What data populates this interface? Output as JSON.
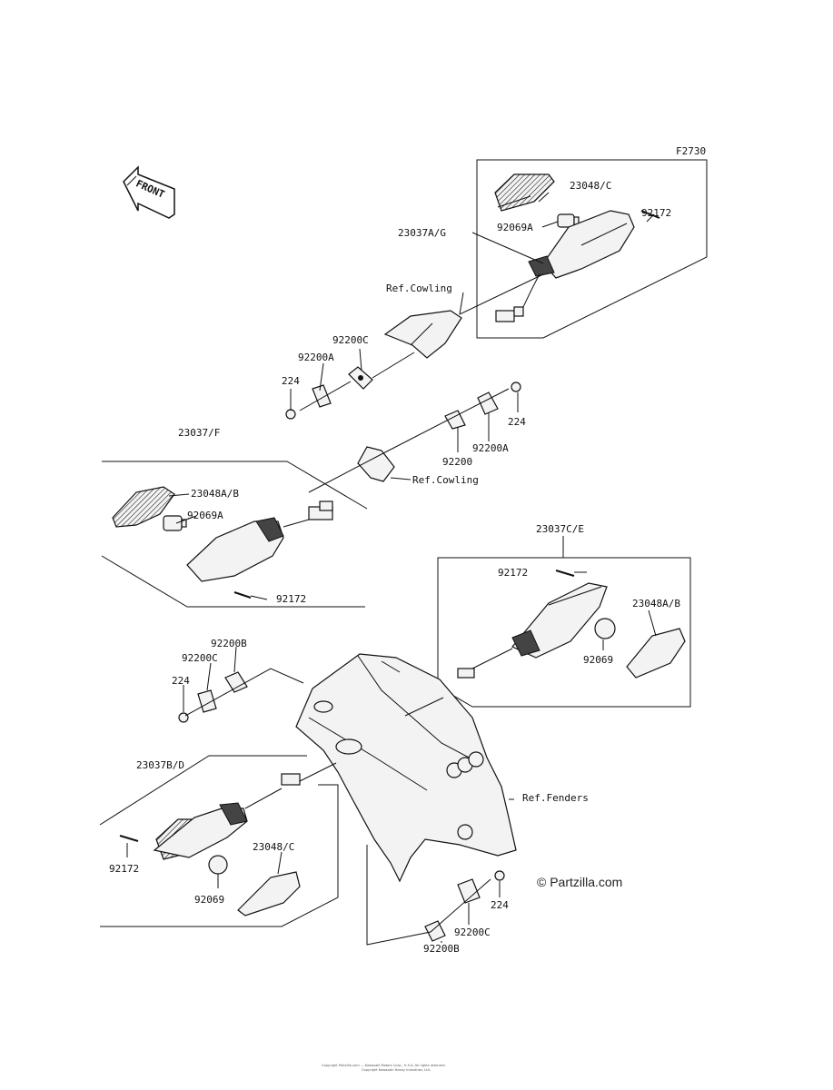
{
  "diagram": {
    "page_code": "F2730",
    "front_label": "FRONT",
    "watermark": "© Partzilla.com",
    "labels": {
      "p23048C_top": "23048/C",
      "p92172_top": "92172",
      "p92069A_top": "92069A",
      "p23037A_G": "23037A/G",
      "ref_cowling_top": "Ref.Cowling",
      "p92200C_top": "92200C",
      "p92200A_top": "92200A",
      "p224_topleft": "224",
      "p224_mid": "224",
      "p92200A_mid": "92200A",
      "p92200_mid": "92200",
      "p23037F": "23037/F",
      "ref_cowling_mid": "Ref.Cowling",
      "p23048A_B_left": "23048A/B",
      "p92069A_left": "92069A",
      "p92172_left": "92172",
      "p23037C_E": "23037C/E",
      "p92172_right": "92172",
      "p23048A_B_right": "23048A/B",
      "p92069_right": "92069",
      "p92200B_lower": "92200B",
      "p92200C_lower": "92200C",
      "p224_lower": "224",
      "p23037B_D": "23037B/D",
      "ref_fenders": "Ref.Fenders",
      "p92172_bottom": "92172",
      "p23048C_bottom": "23048/C",
      "p92069_bottom": "92069",
      "p224_bottom": "224",
      "p92200C_bottom": "92200C",
      "p92200B_bottom": "92200B"
    },
    "footer_lines": [
      "Copyright Partzilla.com — Kawasaki Motors Corp., U.S.A. All rights reserved.",
      "Copyright Kawasaki Heavy Industries, Ltd."
    ]
  }
}
